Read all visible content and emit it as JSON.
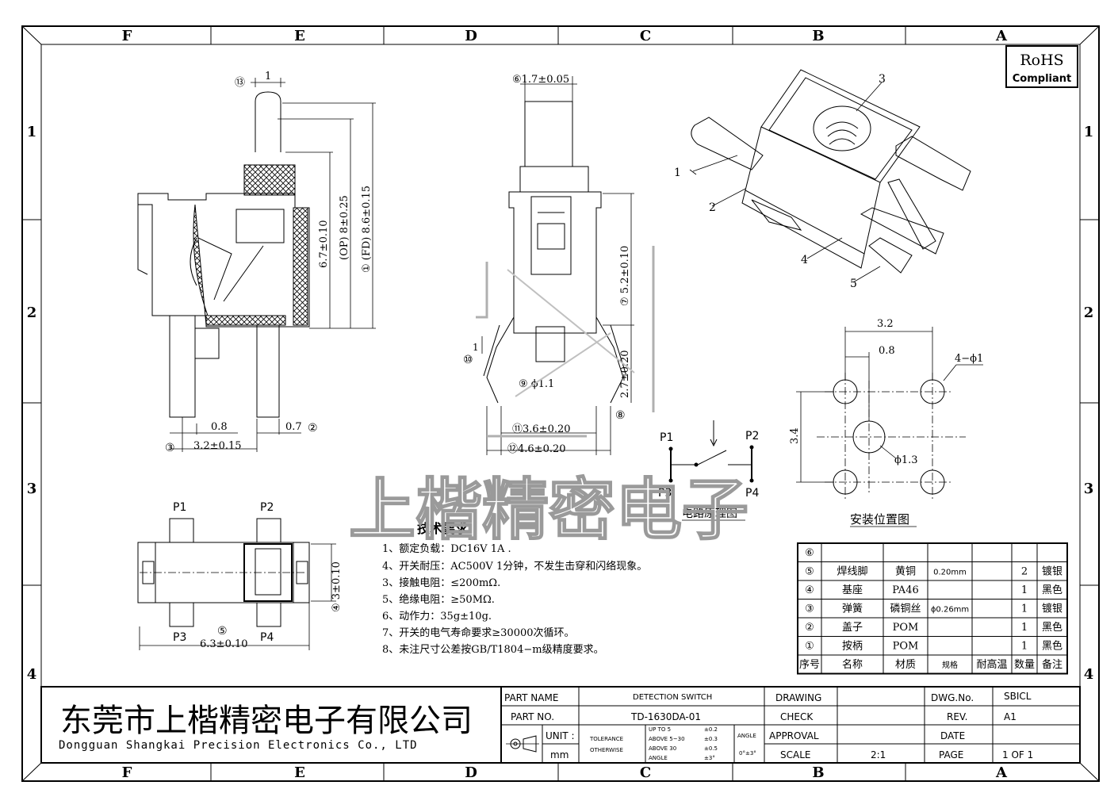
{
  "border": {
    "cols": [
      "F",
      "E",
      "D",
      "C",
      "B",
      "A"
    ],
    "rows": [
      "1",
      "2",
      "3",
      "4"
    ]
  },
  "rohs": {
    "line1": "RoHS",
    "line2": "Compliant"
  },
  "side_view": {
    "d13": "⑬",
    "d1": "1",
    "dim_67": "6.7±0.10",
    "dim_op": "(OP) 8±0.25",
    "dim_fd": "① (FD) 8.6±0.15",
    "dim_08": "0.8",
    "dim_07": "0.7",
    "c2": "②",
    "c3": "③",
    "dim_32": "3.2±0.15"
  },
  "front_view": {
    "dim_17": "⑥1.7±0.05",
    "dim_52": "⑦ 5.2±0.10",
    "dim_27": "2.7±0.20",
    "c10": "⑩",
    "d1": "1",
    "dim_phi11": "⑨ ϕ1.1",
    "c8": "⑧",
    "dim_36": "⑪3.6±0.20",
    "dim_46": "⑫4.6±0.20"
  },
  "iso_view": {
    "labels": [
      "1",
      "2",
      "3",
      "4",
      "5"
    ]
  },
  "mount_view": {
    "dim_32": "3.2",
    "dim_08": "0.8",
    "dim_holes": "4−ϕ1",
    "dim_34": "3.4",
    "dim_phi13": "ϕ1.3",
    "title": "安装位置图"
  },
  "circuit": {
    "p1": "P1",
    "p2": "P2",
    "p3": "P3",
    "p4": "P4",
    "title": "电路原理图"
  },
  "top_view": {
    "p1": "P1",
    "p2": "P2",
    "p3": "P3",
    "p4": "P4",
    "c5": "⑤",
    "dim_63": "6.3±0.10",
    "dim_3": "④ 3±0.10"
  },
  "tech": {
    "title": "技术要求",
    "lines": [
      "1、额定负载：DC16V 1A .",
      "4、开关耐压：AC500V 1分钟，不发生击穿和闪络现象。",
      "3、接触电阻：≤200mΩ.",
      "5、绝缘电阻：≥50MΩ.",
      "6、动作力：35g±10g.",
      "7、开关的电气寿命要求≥30000次循环。",
      "8、未注尺寸公差按GB/T1804−m级精度要求。"
    ]
  },
  "watermark": "上楷精密电子",
  "bom": {
    "header": [
      "序号",
      "名称",
      "材质",
      "规格",
      "耐高温",
      "数量",
      "备注"
    ],
    "rows": [
      [
        "⑥",
        "",
        "",
        "",
        "",
        "",
        ""
      ],
      [
        "⑤",
        "焊线脚",
        "黄铜",
        "0.20mm",
        "",
        "2",
        "镀银"
      ],
      [
        "④",
        "基座",
        "PA46",
        "",
        "",
        "1",
        "黑色"
      ],
      [
        "③",
        "弹簧",
        "磷铜丝",
        "ϕ0.26mm",
        "",
        "1",
        "镀银"
      ],
      [
        "②",
        "盖子",
        "POM",
        "",
        "",
        "1",
        "黑色"
      ],
      [
        "①",
        "按柄",
        "POM",
        "",
        "",
        "1",
        "黑色"
      ]
    ]
  },
  "title_block": {
    "company_cn": "东莞市上楷精密电子有限公司",
    "company_en": "Dongguan Shangkai Precision Electronics Co., LTD",
    "part_name_label": "PART NAME",
    "part_name": "DETECTION SWITCH",
    "part_no_label": "PART NO.",
    "part_no": "TD-1630DA-01",
    "unit_label": "UNIT :",
    "unit": "mm",
    "tol_label1": "TOLERANCE",
    "tol_label2": "OTHERWISE",
    "tol_rows": [
      [
        "UP TO 5",
        "±0.2"
      ],
      [
        "ABOVE 5~30",
        "±0.3"
      ],
      [
        "ABOVE 30",
        "±0.5"
      ],
      [
        "ANGLE",
        "±3°"
      ]
    ],
    "angle_label": "ANGLE",
    "angle_val": "0°±3°",
    "drawing_label": "DRAWING",
    "check_label": "CHECK",
    "approval_label": "APPROVAL",
    "scale_label": "SCALE",
    "scale": "2:1",
    "dwg_label": "DWG.No.",
    "dwg": "SBICL",
    "rev_label": "REV.",
    "rev": "A1",
    "date_label": "DATE",
    "page_label": "PAGE",
    "page": "1 OF 1"
  }
}
